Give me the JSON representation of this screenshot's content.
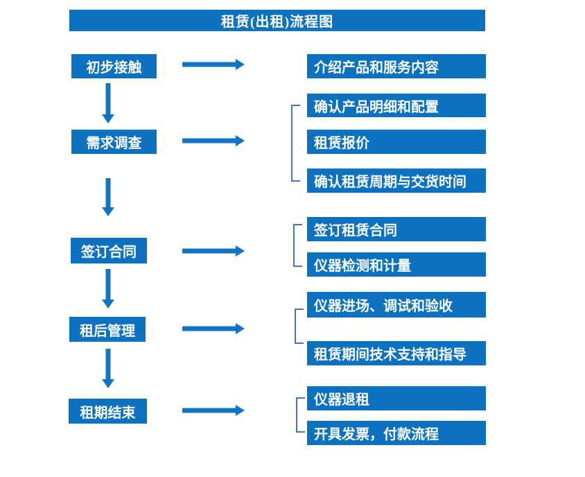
{
  "title": "租赁(出租)流程图",
  "colors": {
    "box_blue": "#0C72C0",
    "arrow_blue": "#1273C4",
    "bracket_blue": "#4472C4",
    "text_white": "#ffffff"
  },
  "stages": [
    {
      "label": "初步接触"
    },
    {
      "label": "需求调查"
    },
    {
      "label": "签订合同"
    },
    {
      "label": "租后管理"
    },
    {
      "label": "租期结束"
    }
  ],
  "details": [
    {
      "label": "介绍产品和服务内容"
    },
    {
      "label": "确认产品明细和配置"
    },
    {
      "label": "租赁报价"
    },
    {
      "label": "确认租赁周期与交货时间"
    },
    {
      "label": "签订租赁合同"
    },
    {
      "label": "仪器检测和计量"
    },
    {
      "label": "仪器进场、调试和验收"
    },
    {
      "label": "租赁期间技术支持和指导"
    },
    {
      "label": "仪器退租"
    },
    {
      "label": "开具发票，付款流程"
    }
  ]
}
